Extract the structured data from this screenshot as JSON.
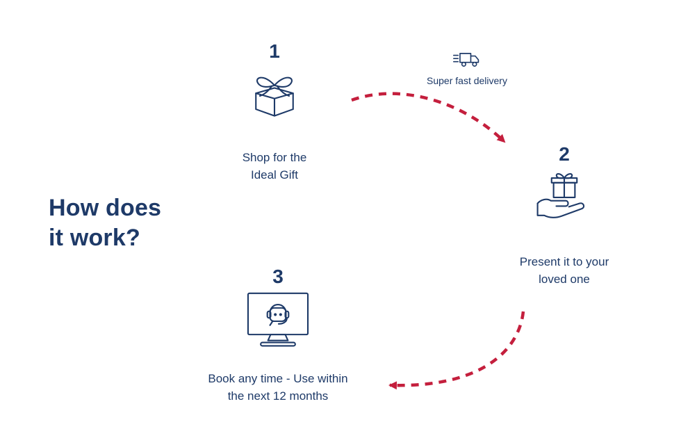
{
  "colors": {
    "navy": "#1e3a68",
    "red": "#c41f3d",
    "background": "#ffffff"
  },
  "heading": {
    "line1": "How does",
    "line2": "it work?"
  },
  "steps": [
    {
      "number": "1",
      "icon": "gift-box-icon",
      "label_line1": "Shop for the",
      "label_line2": "Ideal Gift"
    },
    {
      "number": "2",
      "icon": "gift-in-hand-icon",
      "label_line1": "Present it to your",
      "label_line2": "loved one"
    },
    {
      "number": "3",
      "icon": "support-monitor-icon",
      "label_line1": "Book any time - Use within",
      "label_line2": "the next 12 months"
    }
  ],
  "delivery": {
    "icon": "delivery-truck-icon",
    "label": "Super fast delivery"
  }
}
